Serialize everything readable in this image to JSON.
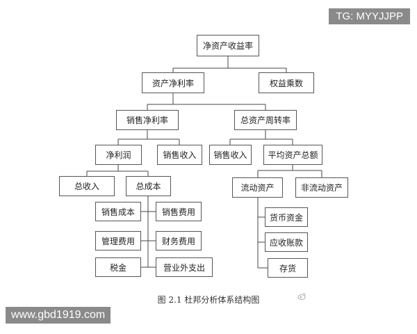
{
  "watermark_top": "TG: MYYJJPP",
  "watermark_url": "www.gbd1919.com",
  "caption": "图 2.1  杜邦分析体系结构图",
  "weibo_watermark": "",
  "nodes": {
    "roe": "净资产收益率",
    "roa": "资产净利率",
    "equity_multiplier": "权益乘数",
    "net_margin": "销售净利率",
    "asset_turnover": "总资产周转率",
    "net_profit": "净利润",
    "sales_revenue_a": "销售收入",
    "sales_revenue_b": "销售收入",
    "avg_total_assets": "平均资产总额",
    "total_revenue": "总收入",
    "total_cost": "总成本",
    "current_assets": "流动资产",
    "noncurrent_assets": "非流动资产",
    "cost_of_sales": "销售成本",
    "selling_expenses": "销售费用",
    "admin_expenses": "管理费用",
    "financial_expenses": "财务费用",
    "taxes": "税金",
    "non_operating_expenses": "营业外支出",
    "cash": "货币资金",
    "receivables": "应收账款",
    "inventory": "存货"
  }
}
